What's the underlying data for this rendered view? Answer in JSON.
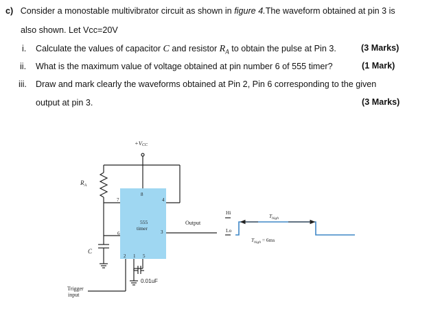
{
  "question": {
    "label": "c)",
    "line1": "Consider a monostable multivibrator circuit as shown in ",
    "figure_ref": "figure 4.",
    "line1_rest": "The waveform obtained at pin 3 is",
    "line2": "also shown. Let Vcc=20V",
    "parts": [
      {
        "num": "i.",
        "text_a": "Calculate the values of capacitor ",
        "var_c": "C",
        "text_b": " and resistor ",
        "var_r": "R",
        "var_r_sub": "A",
        "text_c": " to obtain the pulse at Pin 3.",
        "marks": "(3 Marks)"
      },
      {
        "num": "ii.",
        "text": "What is the maximum value of voltage obtained at pin number 6 of 555 timer?",
        "marks": "(1 Mark)"
      },
      {
        "num": "iii.",
        "text": "Draw and mark clearly the waveforms obtained at Pin 2, Pin 6 corresponding to the given",
        "text2": "output at pin 3.",
        "marks": "(3 Marks)"
      }
    ]
  },
  "circuit": {
    "vcc": "+V",
    "vcc_sub": "CC",
    "ra": "R",
    "ra_sub": "A",
    "c": "C",
    "ic_line1": "555",
    "ic_line2": "timer",
    "pins": {
      "p8": "8",
      "p7": "7",
      "p4": "4",
      "p6": "6",
      "p3": "3",
      "p2": "2",
      "p1": "1",
      "p5": "5"
    },
    "cap_value": "0.01uF",
    "trigger1": "Trigger",
    "trigger2": "input",
    "output": "Output"
  },
  "waveform": {
    "hi": "Hi",
    "lo": "Lo",
    "thigh": "T",
    "thigh_sub": "high",
    "eq": "T",
    "eq_sub": "high",
    "eq_rest": " = 6ms",
    "line_color": "#3d85c6"
  },
  "colors": {
    "ic_fill": "#9fd7f2"
  }
}
